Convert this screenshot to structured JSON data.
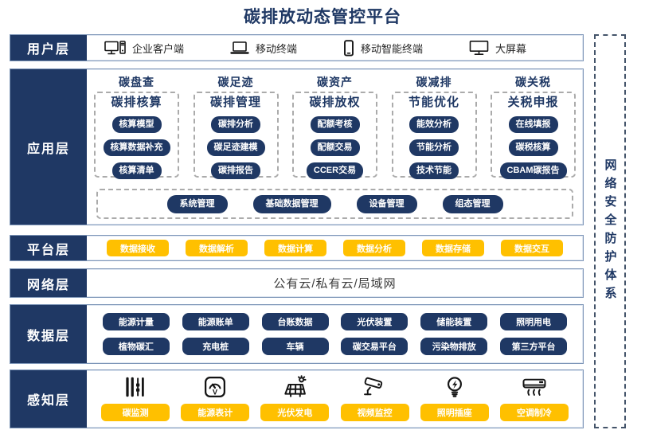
{
  "title": "碳排放动态管控平台",
  "security_sidebar": {
    "label": "网络安全防护体系"
  },
  "colors": {
    "navy": "#1F3864",
    "yellow": "#FFC000",
    "row_border": "#7E96B8",
    "dashed_gray": "#ABABAB",
    "security_border": "#44546A"
  },
  "layers": {
    "user": {
      "label": "用户层",
      "devices": [
        {
          "icon": "desktop-pc-icon",
          "name": "企业客户端"
        },
        {
          "icon": "laptop-icon",
          "name": "移动终端"
        },
        {
          "icon": "smartphone-icon",
          "name": "移动智能终端"
        },
        {
          "icon": "screen-icon",
          "name": "大屏幕"
        }
      ]
    },
    "app": {
      "label": "应用层",
      "columns": [
        {
          "header": "碳盘查",
          "title": "碳排核算",
          "items": [
            "核算模型",
            "核算数据补充",
            "核算清单"
          ]
        },
        {
          "header": "碳足迹",
          "title": "碳排管理",
          "items": [
            "碳排分析",
            "碳足迹建模",
            "碳排报告"
          ]
        },
        {
          "header": "碳资产",
          "title": "碳排放权",
          "items": [
            "配额考核",
            "配额交易",
            "CCER交易"
          ]
        },
        {
          "header": "碳减排",
          "title": "节能优化",
          "items": [
            "能效分析",
            "节能分析",
            "技术节能"
          ]
        },
        {
          "header": "碳关税",
          "title": "关税申报",
          "items": [
            "在线填报",
            "碳税核算",
            "CBAM碳报告"
          ]
        }
      ],
      "common_modules": [
        "系统管理",
        "基础数据管理",
        "设备管理",
        "组态管理"
      ]
    },
    "platform": {
      "label": "平台层",
      "items": [
        "数据接收",
        "数据解析",
        "数据计算",
        "数据分析",
        "数据存储",
        "数据交互"
      ]
    },
    "network": {
      "label": "网络层",
      "text": "公有云/私有云/局域网"
    },
    "data": {
      "label": "数据层",
      "rows": [
        [
          "能源计量",
          "能源账单",
          "台账数据",
          "光伏装置",
          "储能装置",
          "照明用电"
        ],
        [
          "植物碳汇",
          "充电桩",
          "车辆",
          "碳交易平台",
          "污染物排放",
          "第三方平台"
        ]
      ]
    },
    "perception": {
      "label": "感知层",
      "sensors": [
        {
          "icon": "carbon-monitor-icon",
          "name": "碳监测"
        },
        {
          "icon": "energy-meter-icon",
          "name": "能源表计"
        },
        {
          "icon": "solar-power-icon",
          "name": "光伏发电"
        },
        {
          "icon": "cctv-icon",
          "name": "视频监控"
        },
        {
          "icon": "bulb-icon",
          "name": "照明插座"
        },
        {
          "icon": "ac-icon",
          "name": "空调制冷"
        }
      ]
    }
  }
}
